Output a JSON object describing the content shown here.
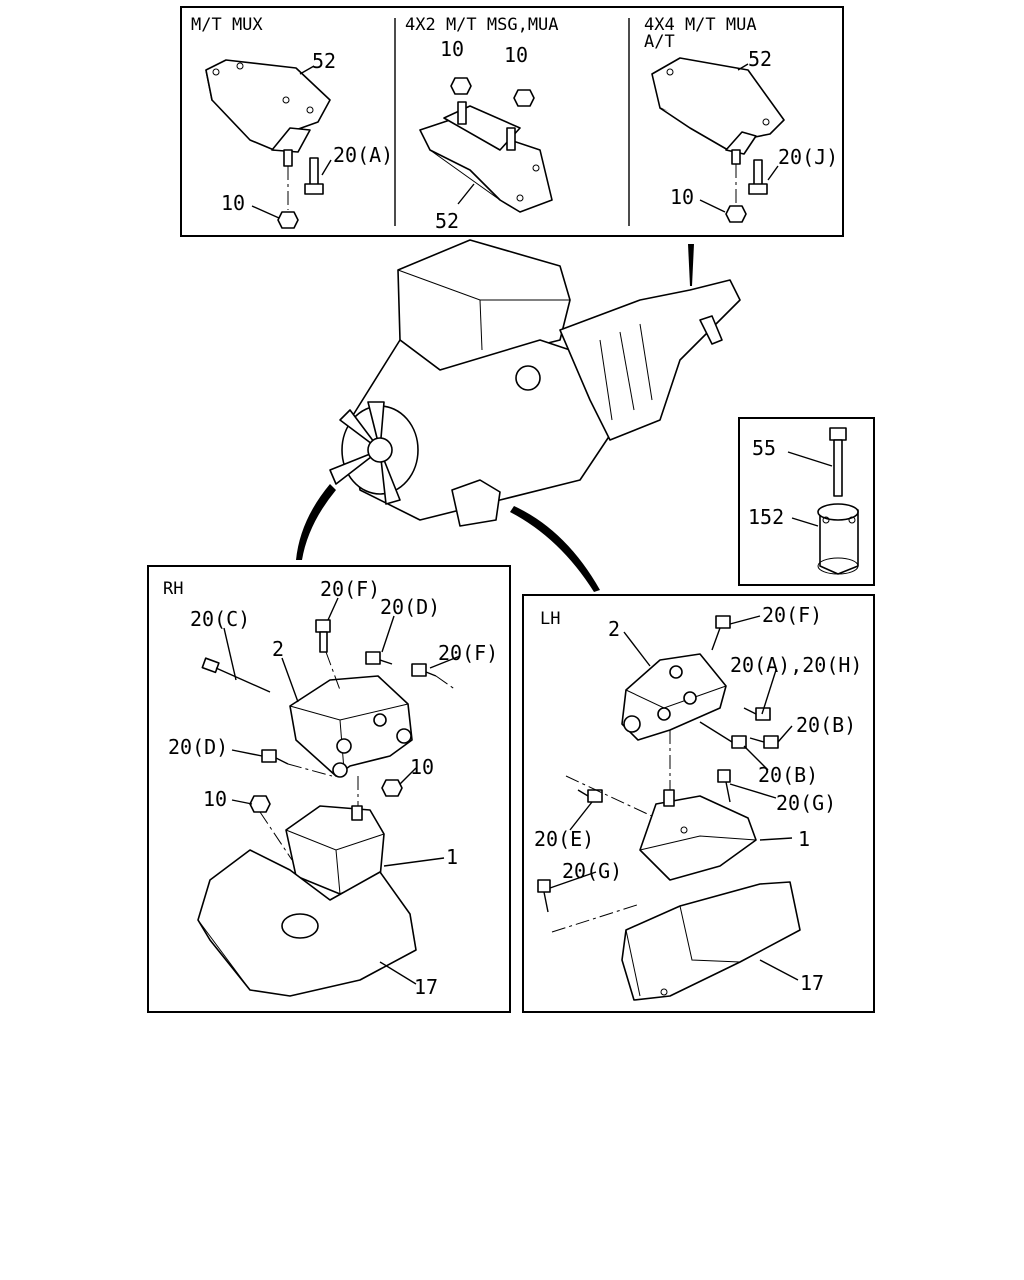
{
  "panels": {
    "top": {
      "headers": [
        "M/T MUX",
        "4X2 M/T MSG,MUA",
        "4X4 M/T MUA",
        "A/T"
      ],
      "callouts": [
        "52",
        "20(A)",
        "10",
        "10",
        "10",
        "52",
        "52",
        "20(J)",
        "10"
      ]
    },
    "bolt_inset": {
      "callouts": [
        "55",
        "152"
      ]
    },
    "rh": {
      "title": "RH",
      "callouts": [
        "20(F)",
        "20(D)",
        "20(C)",
        "2",
        "20(F)",
        "20(D)",
        "10",
        "10",
        "1",
        "17"
      ]
    },
    "lh": {
      "title": "LH",
      "callouts": [
        "20(F)",
        "2",
        "20(A),20(H)",
        "20(B)",
        "20(B)",
        "20(G)",
        "20(E)",
        "1",
        "20(G)",
        "17"
      ]
    }
  }
}
